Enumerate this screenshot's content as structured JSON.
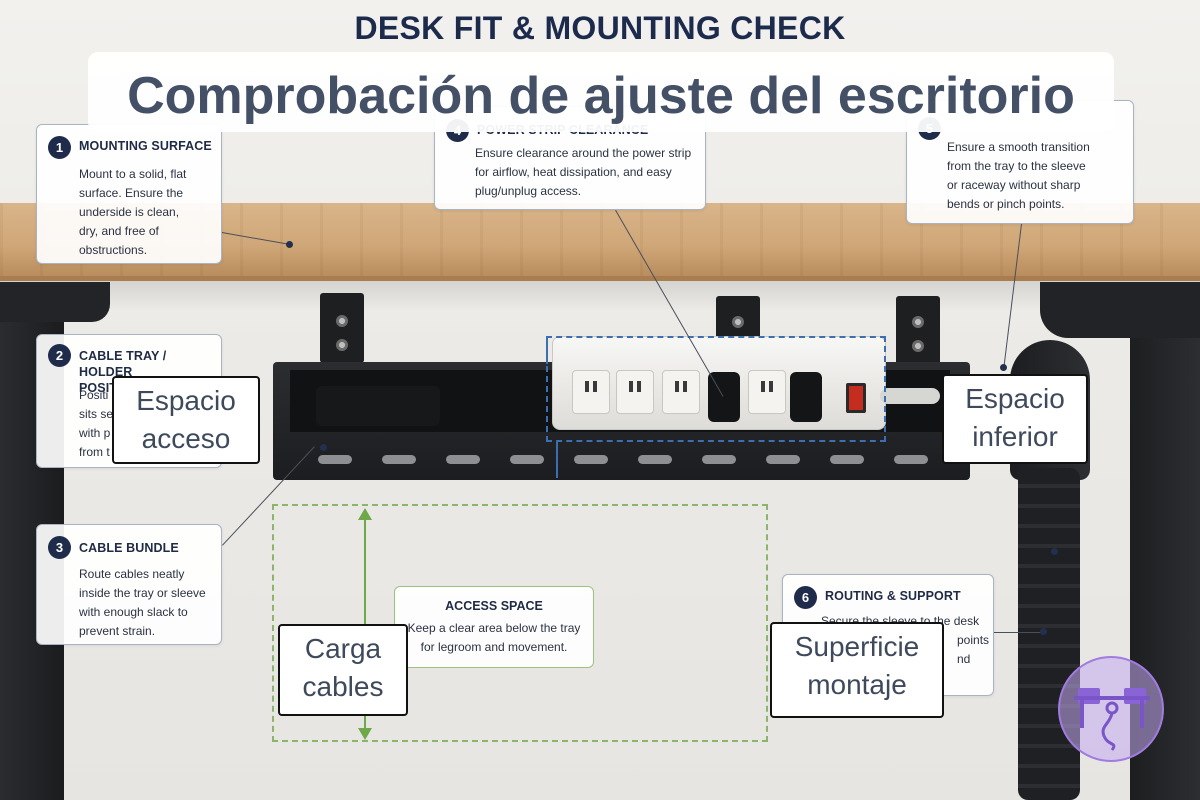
{
  "header": {
    "title": "DESK FIT & MOUNTING CHECK",
    "banner_title": "Comprobación de ajuste del escritorio"
  },
  "cards": [
    {
      "number": "1",
      "title": "MOUNTING SURFACE",
      "lines": [
        "Mount to a solid, flat",
        "surface. Ensure the",
        "underside is clean,",
        "dry, and free of",
        "obstructions."
      ]
    },
    {
      "number": "2",
      "title_lines": [
        "CABLE TRAY / HOLDER",
        "POSITION"
      ],
      "lines": [
        "Positi",
        "sits se",
        "with p",
        "from t"
      ]
    },
    {
      "number": "3",
      "title": "CABLE BUNDLE",
      "lines": [
        "Route cables neatly",
        "inside the tray or sleeve",
        "with enough slack to",
        "prevent strain."
      ]
    },
    {
      "number": "4",
      "title": "POWER STRIP CLEARANCE",
      "lines": [
        "Ensure clearance around the power strip",
        "for airflow, heat dissipation, and easy",
        "plug/unplug access."
      ]
    },
    {
      "number": "5",
      "lines": [
        "Ensure a smooth transition",
        "from the tray to the sleeve",
        "or raceway without sharp",
        "bends or pinch points."
      ]
    },
    {
      "number": "6",
      "title": "ROUTING & SUPPORT",
      "lines": [
        "Secure the sleeve to the desk",
        "points",
        "nd"
      ]
    }
  ],
  "access_space": {
    "title": "ACCESS SPACE",
    "lines": [
      "Keep a clear area below the tray",
      "for legroom and movement."
    ]
  },
  "overlay_labels": {
    "espacio_acceso": [
      "Espacio",
      "acceso"
    ],
    "espacio_inferior": [
      "Espacio",
      "inferior"
    ],
    "carga_cables": [
      "Carga",
      "cables"
    ],
    "superficie_montaje": [
      "Superficie",
      "montaje"
    ]
  },
  "colors": {
    "navy": "#1e2b4a",
    "clearance_blue": "#3d6fb0",
    "access_green": "#6ea84a",
    "switch_red": "#c42c1e",
    "wood": "#cfa677"
  },
  "icons": {
    "badge": "desk-cable-badge-icon"
  }
}
